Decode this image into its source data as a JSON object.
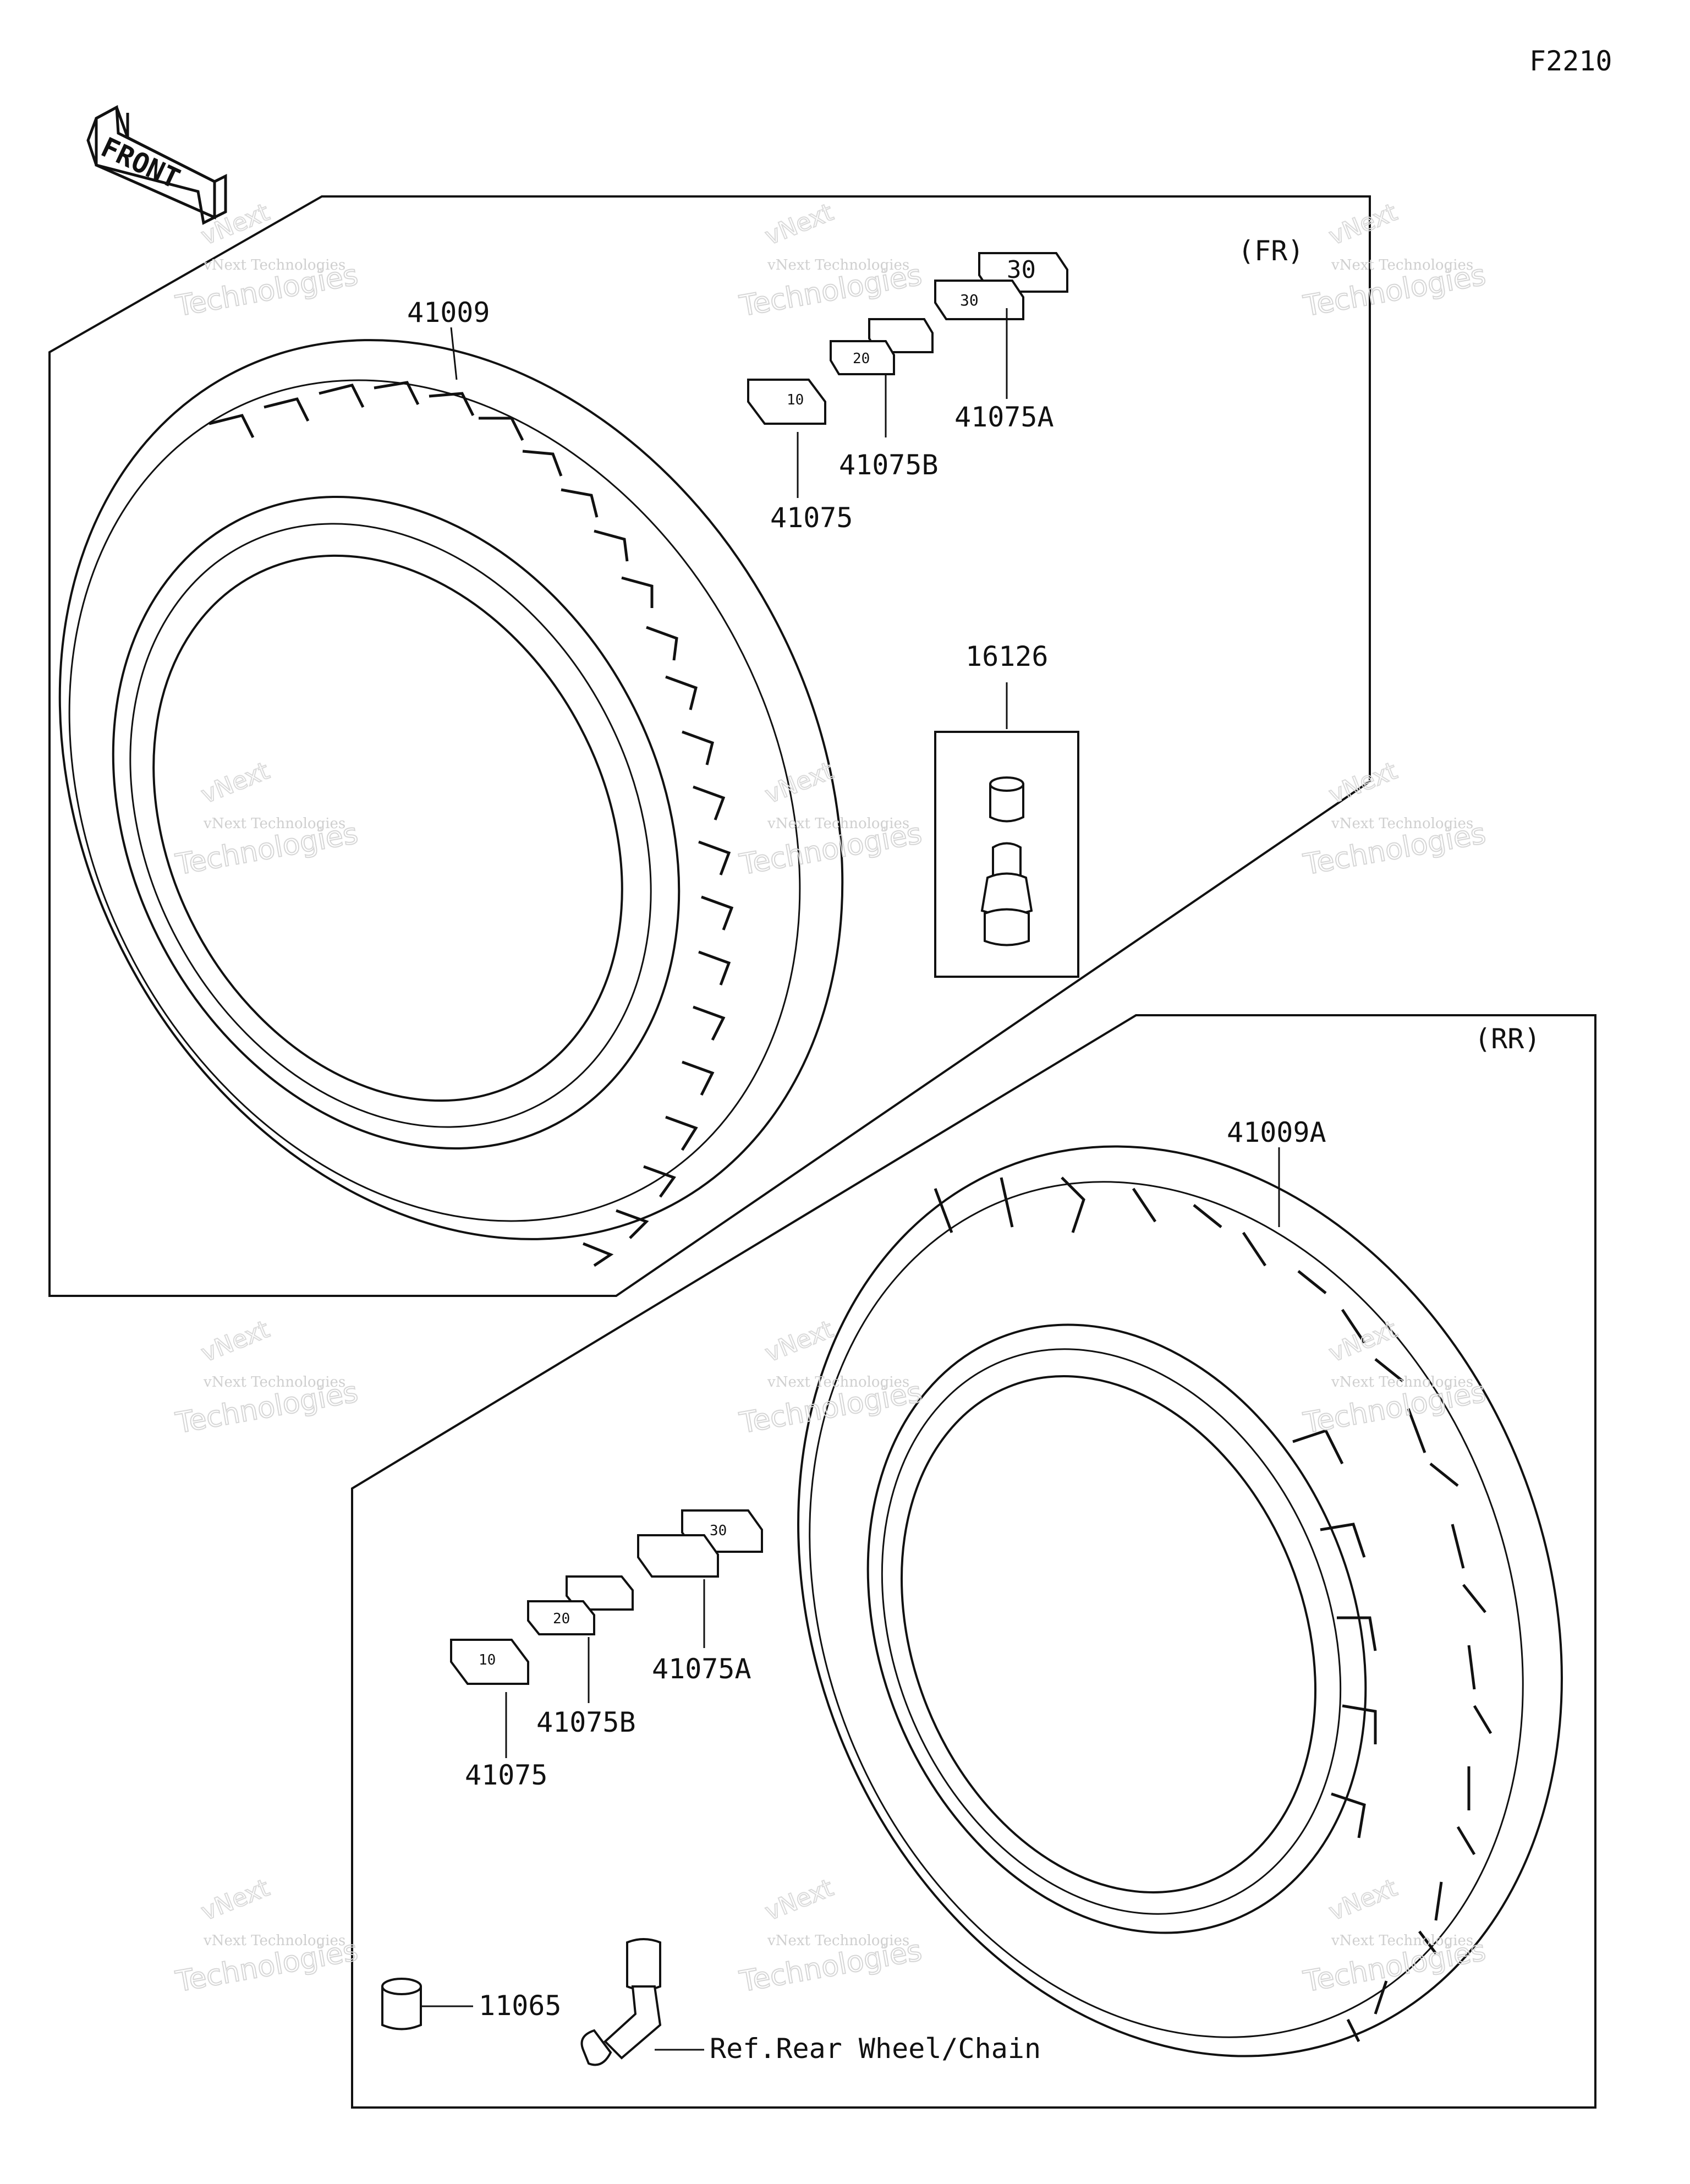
{
  "diagram_id": "F2210",
  "front_arrow_label": "FRONT",
  "sections": {
    "front": {
      "tag": "(FR)"
    },
    "rear": {
      "tag": "(RR)"
    }
  },
  "parts": {
    "front_tire": "41009",
    "front_weight_a": "41075A",
    "front_weight_b": "41075B",
    "front_weight": "41075",
    "front_valve": "16126",
    "rear_tire": "41009A",
    "rear_weight_a": "41075A",
    "rear_weight_b": "41075B",
    "rear_weight": "41075",
    "rear_cap": "11065",
    "rear_valve_ref": "Ref.Rear Wheel/Chain"
  },
  "weight_marks": {
    "w10": "10",
    "w20": "20",
    "w30": "30"
  },
  "watermark": {
    "line1": "vNext Technologies",
    "line2": "Technologies",
    "line3": "vNext"
  }
}
